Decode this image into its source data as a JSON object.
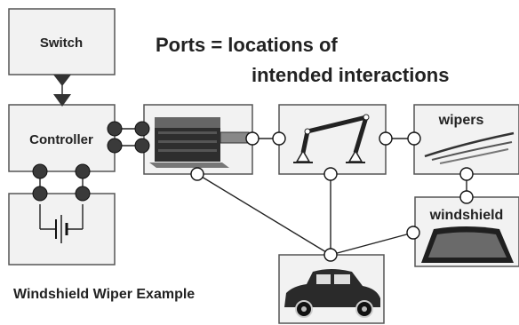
{
  "title": {
    "line1": "Ports = locations of",
    "line2": "intended interactions"
  },
  "caption": "Windshield Wiper Example",
  "components": {
    "switch": "Switch",
    "controller": "Controller",
    "wipers": "wipers",
    "windshield": "windshield"
  },
  "icons": {
    "battery": "battery-icon",
    "motor": "motor-icon",
    "linkage": "linkage-icon",
    "wipers": "wiper-blades-icon",
    "windshield": "windshield-icon",
    "car": "car-icon"
  },
  "colors": {
    "box_fill": "#f2f2f2",
    "box_stroke": "#555555",
    "port_solid": "#3a3a3a",
    "port_open": "#ffffff",
    "text": "#222222"
  }
}
